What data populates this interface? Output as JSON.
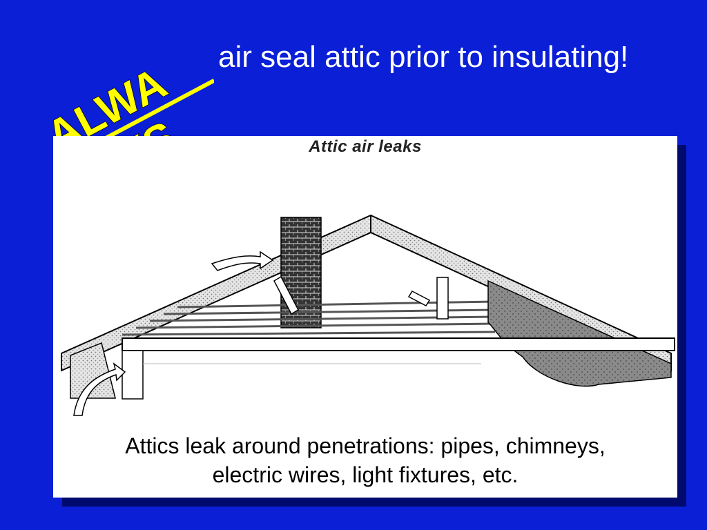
{
  "slide": {
    "always_line1": "ALWA",
    "always_line2": "YS",
    "headline": "air seal attic prior to insulating!",
    "figure_title": "Attic air leaks",
    "caption_line1": "Attics leak around penetrations: pipes, chimneys,",
    "caption_line2": "electric wires, light fixtures, etc."
  },
  "colors": {
    "background": "#0a1fd6",
    "always_text": "#ffff00",
    "headline_text": "#ffffff",
    "figure_bg": "#ffffff"
  }
}
